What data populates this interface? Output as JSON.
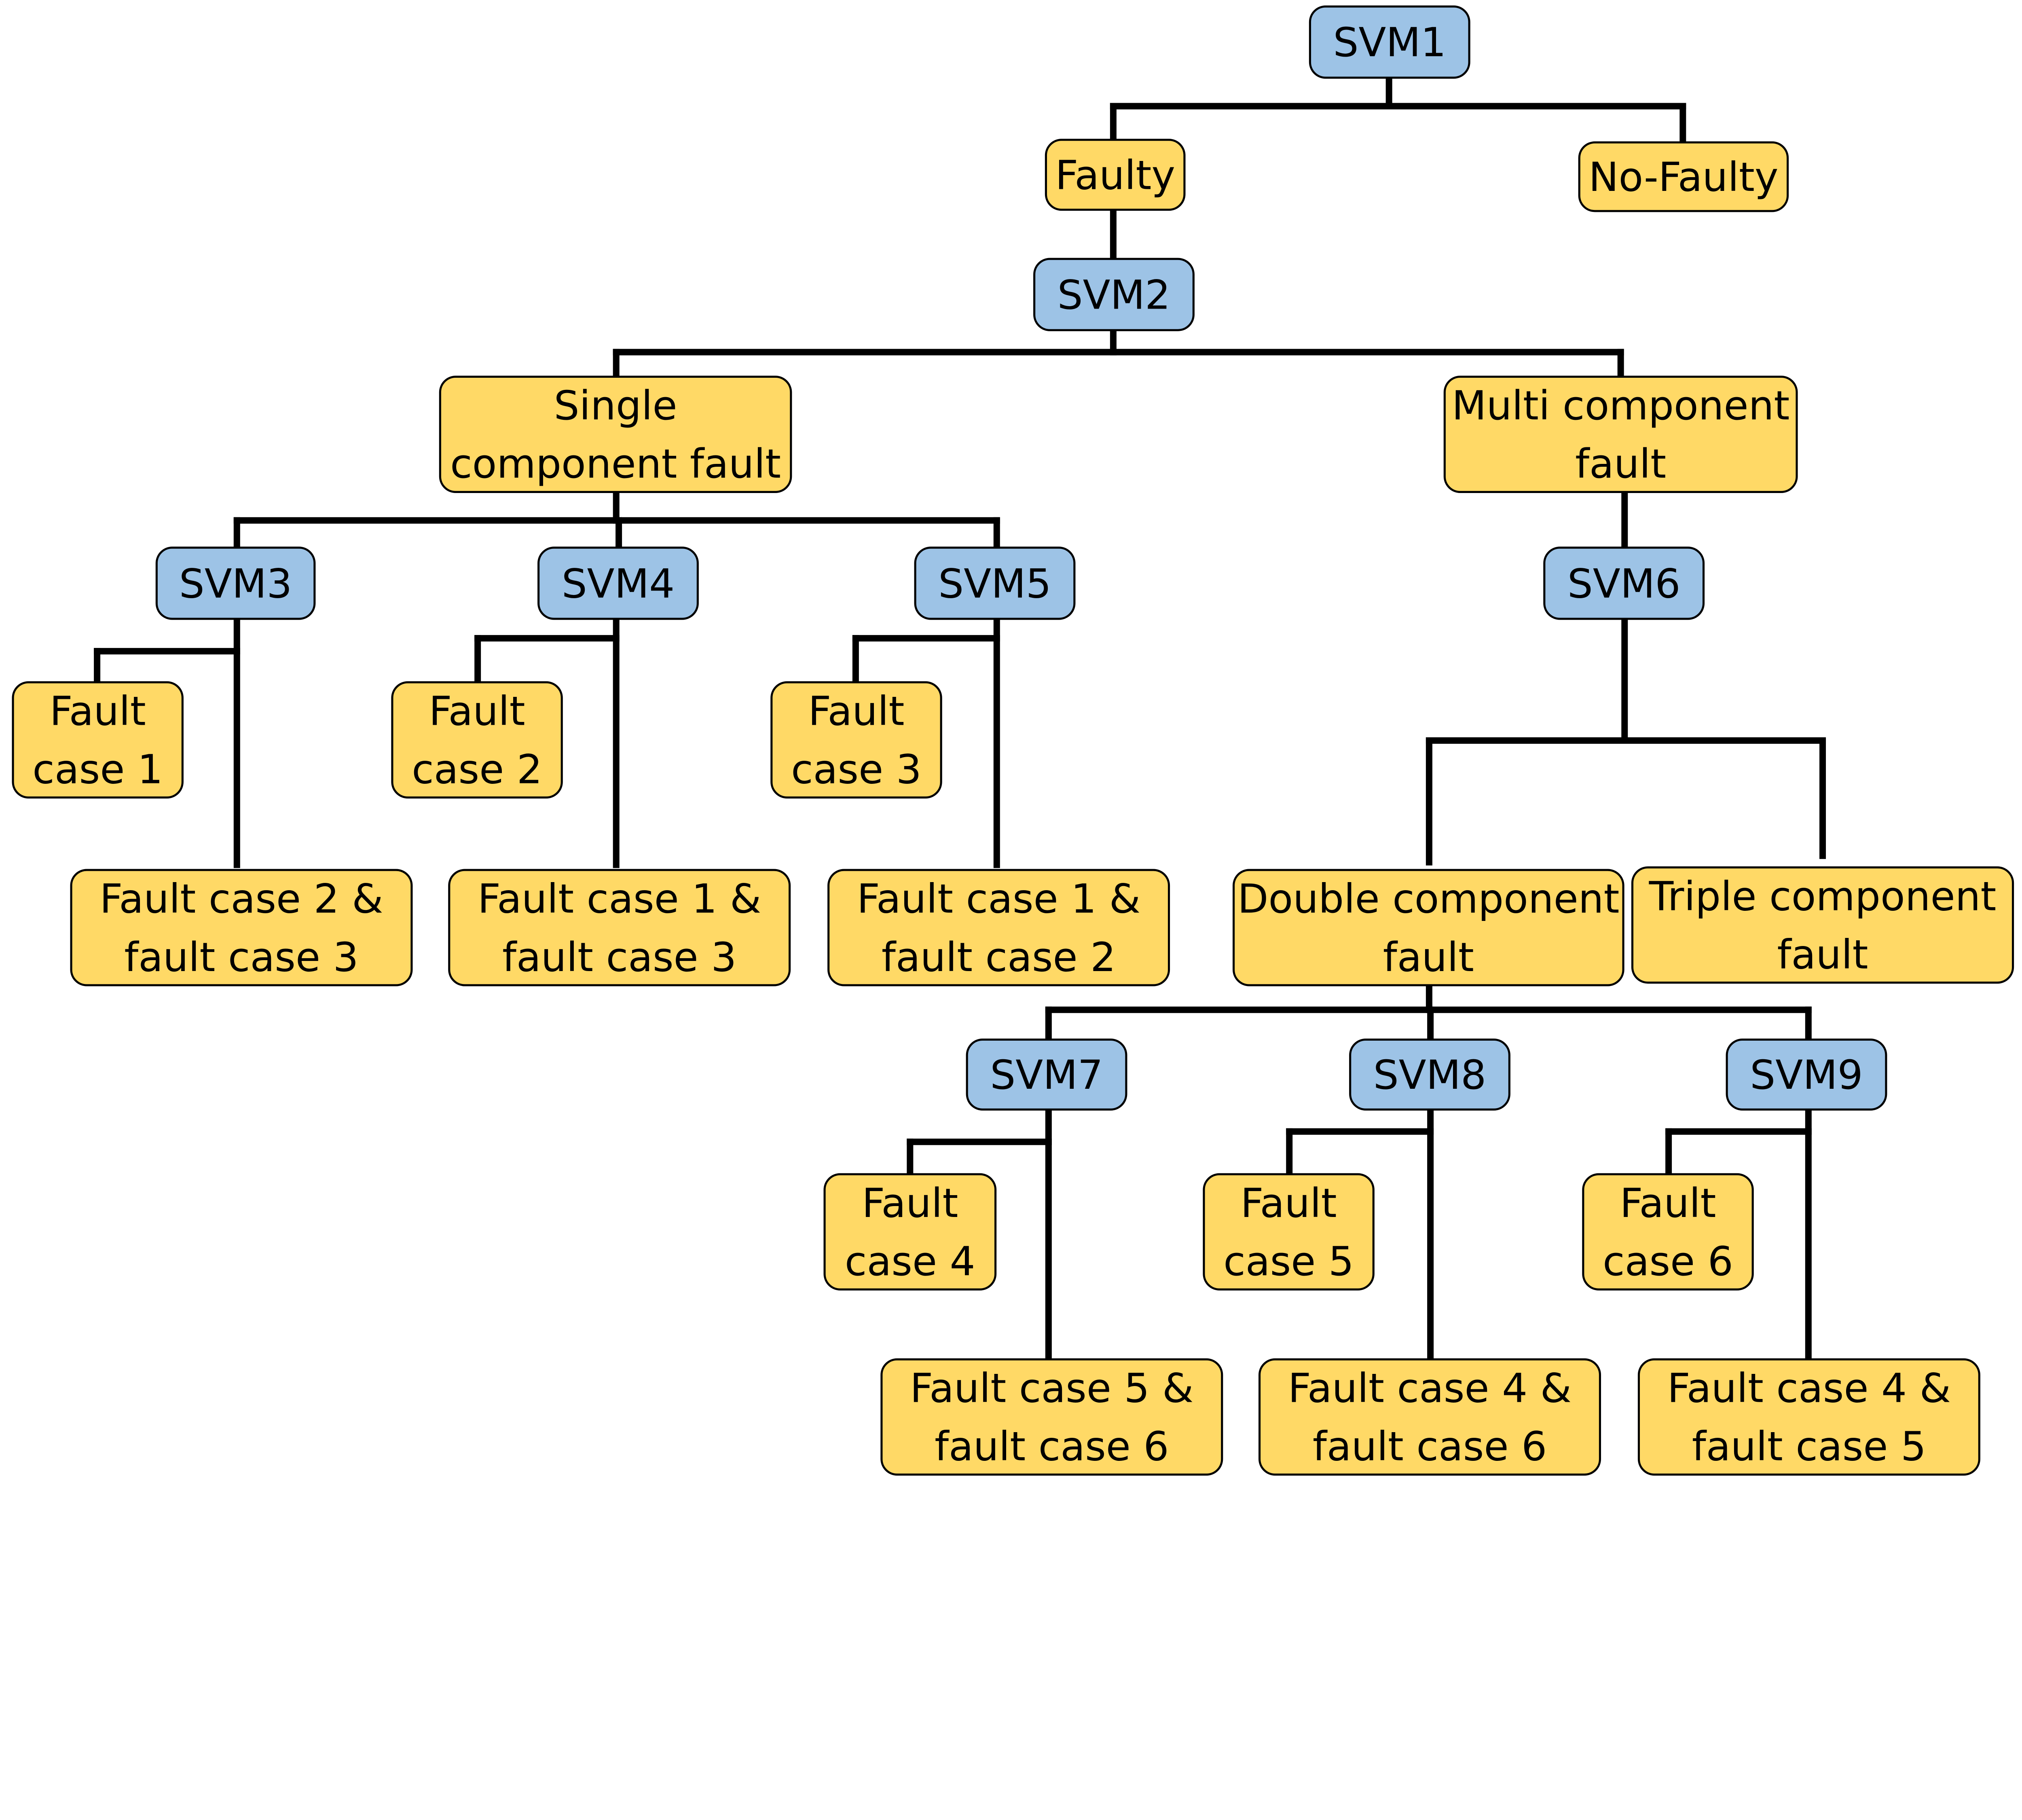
{
  "colors": {
    "classifier": "#9dc3e6",
    "outcome": "#ffd966",
    "line": "#000000"
  },
  "nodes": {
    "svm1": {
      "type": "classifier",
      "lines": [
        "SVM1"
      ]
    },
    "faulty": {
      "type": "outcome",
      "lines": [
        "Faulty"
      ]
    },
    "no_faulty": {
      "type": "outcome",
      "lines": [
        "No-Faulty"
      ]
    },
    "svm2": {
      "type": "classifier",
      "lines": [
        "SVM2"
      ]
    },
    "single": {
      "type": "outcome",
      "lines": [
        "Single",
        "component fault"
      ]
    },
    "multi": {
      "type": "outcome",
      "lines": [
        "Multi component",
        "fault"
      ]
    },
    "svm3": {
      "type": "classifier",
      "lines": [
        "SVM3"
      ]
    },
    "svm4": {
      "type": "classifier",
      "lines": [
        "SVM4"
      ]
    },
    "svm5": {
      "type": "classifier",
      "lines": [
        "SVM5"
      ]
    },
    "svm6": {
      "type": "classifier",
      "lines": [
        "SVM6"
      ]
    },
    "fc1": {
      "type": "outcome",
      "lines": [
        "Fault",
        "case 1"
      ]
    },
    "fc2": {
      "type": "outcome",
      "lines": [
        "Fault",
        "case 2"
      ]
    },
    "fc3": {
      "type": "outcome",
      "lines": [
        "Fault",
        "case 3"
      ]
    },
    "fc23": {
      "type": "outcome",
      "lines": [
        "Fault case 2 &",
        "fault case 3"
      ]
    },
    "fc13": {
      "type": "outcome",
      "lines": [
        "Fault case 1 &",
        "fault case 3"
      ]
    },
    "fc12": {
      "type": "outcome",
      "lines": [
        "Fault case 1 &",
        "fault case 2"
      ]
    },
    "double": {
      "type": "outcome",
      "lines": [
        "Double component",
        "fault"
      ]
    },
    "triple": {
      "type": "outcome",
      "lines": [
        "Triple component",
        "fault"
      ]
    },
    "svm7": {
      "type": "classifier",
      "lines": [
        "SVM7"
      ]
    },
    "svm8": {
      "type": "classifier",
      "lines": [
        "SVM8"
      ]
    },
    "svm9": {
      "type": "classifier",
      "lines": [
        "SVM9"
      ]
    },
    "fc4": {
      "type": "outcome",
      "lines": [
        "Fault",
        "case 4"
      ]
    },
    "fc5": {
      "type": "outcome",
      "lines": [
        "Fault",
        "case 5"
      ]
    },
    "fc6": {
      "type": "outcome",
      "lines": [
        "Fault",
        "case 6"
      ]
    },
    "fc56": {
      "type": "outcome",
      "lines": [
        "Fault case 5 &",
        "fault case 6"
      ]
    },
    "fc46": {
      "type": "outcome",
      "lines": [
        "Fault case 4 &",
        "fault case 6"
      ]
    },
    "fc45": {
      "type": "outcome",
      "lines": [
        "Fault case 4 &",
        "fault case 5"
      ]
    }
  }
}
